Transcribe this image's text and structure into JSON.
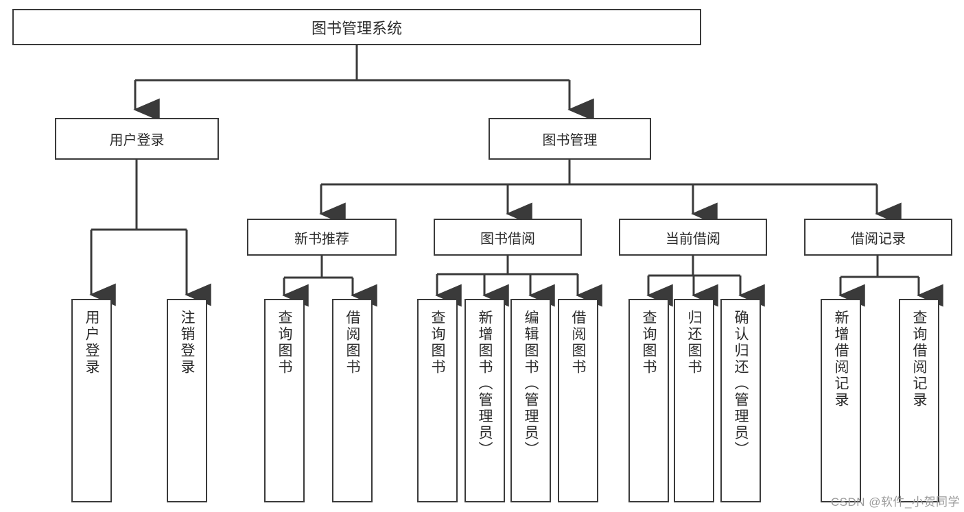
{
  "diagram": {
    "title": "图书管理系统",
    "type": "tree-hierarchy-diagram",
    "colors": {
      "box_border": "#3a3a3a",
      "box_fill": "#ffffff",
      "connector": "#3a3a3a",
      "text": "#2b2b2b",
      "watermark": "#9b9b9b",
      "background": "#ffffff"
    },
    "root": {
      "label": "图书管理系统"
    },
    "level2": [
      {
        "label": "用户登录"
      },
      {
        "label": "图书管理"
      }
    ],
    "level3": [
      {
        "label": "新书推荐"
      },
      {
        "label": "图书借阅"
      },
      {
        "label": "当前借阅"
      },
      {
        "label": "借阅记录"
      }
    ],
    "leaves": {
      "user_login": [
        {
          "label": "用户登录"
        },
        {
          "label": "注销登录"
        }
      ],
      "new_book_recommend": [
        {
          "label": "查询图书"
        },
        {
          "label": "借阅图书"
        }
      ],
      "book_borrow": [
        {
          "label": "查询图书"
        },
        {
          "label": "新增图书（管理员）"
        },
        {
          "label": "编辑图书（管理员）"
        },
        {
          "label": "借阅图书"
        }
      ],
      "current_borrow": [
        {
          "label": "查询图书"
        },
        {
          "label": "归还图书"
        },
        {
          "label": "确认归还（管理员）"
        }
      ],
      "borrow_record": [
        {
          "label": "新增借阅记录"
        },
        {
          "label": "查询借阅记录"
        }
      ]
    }
  },
  "watermark": {
    "text": "CSDN @软件_小贺同学"
  }
}
